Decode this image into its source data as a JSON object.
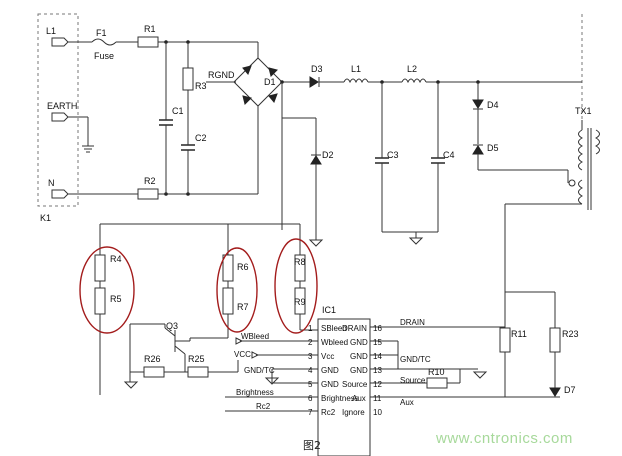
{
  "connector": {
    "label": "K1",
    "pins": [
      "L1",
      "EARTH",
      "N"
    ]
  },
  "components": {
    "fuse": "F1",
    "fuse_text": "Fuse",
    "r1": "R1",
    "r2": "R2",
    "r3": "R3",
    "rgnd": "RGND",
    "c1": "C1",
    "c2": "C2",
    "d1": "D1",
    "d2": "D2",
    "d3": "D3",
    "l1": "L1",
    "l2": "L2",
    "c3": "C3",
    "c4": "C4",
    "d4": "D4",
    "d5": "D5",
    "tx1": "TX1",
    "r4": "R4",
    "r5": "R5",
    "r6": "R6",
    "r7": "R7",
    "r8": "R8",
    "r9": "R9",
    "q3": "Q3",
    "r25": "R25",
    "r26": "R26",
    "r10": "R10",
    "r11": "R11",
    "r23": "R23",
    "d7": "D7",
    "ic": "IC1"
  },
  "ic_pins_left": [
    {
      "num": "1",
      "name": "SBleed"
    },
    {
      "num": "2",
      "name": "Wbleed"
    },
    {
      "num": "3",
      "name": "Vcc"
    },
    {
      "num": "4",
      "name": "GND"
    },
    {
      "num": "5",
      "name": "GND"
    },
    {
      "num": "6",
      "name": "Brightness"
    },
    {
      "num": "7",
      "name": "Rc2"
    }
  ],
  "ic_pins_right": [
    {
      "num": "16",
      "name": "DRAIN"
    },
    {
      "num": "15",
      "name": "GND"
    },
    {
      "num": "14",
      "name": "GND"
    },
    {
      "num": "13",
      "name": "GND"
    },
    {
      "num": "12",
      "name": "Source"
    },
    {
      "num": "11",
      "name": "Aux"
    },
    {
      "num": "10",
      "name": "Ignore"
    }
  ],
  "net_labels": {
    "wbleed": "WBleed",
    "vcc": "VCC",
    "gndtc_left": "GND/TC",
    "brightness": "Brightness",
    "rc2": "Rc2",
    "drain": "DRAIN",
    "gndtc_right": "GND/TC",
    "source": "Source",
    "aux": "Aux"
  },
  "caption": "图2",
  "watermark": "www.cntronics.com"
}
